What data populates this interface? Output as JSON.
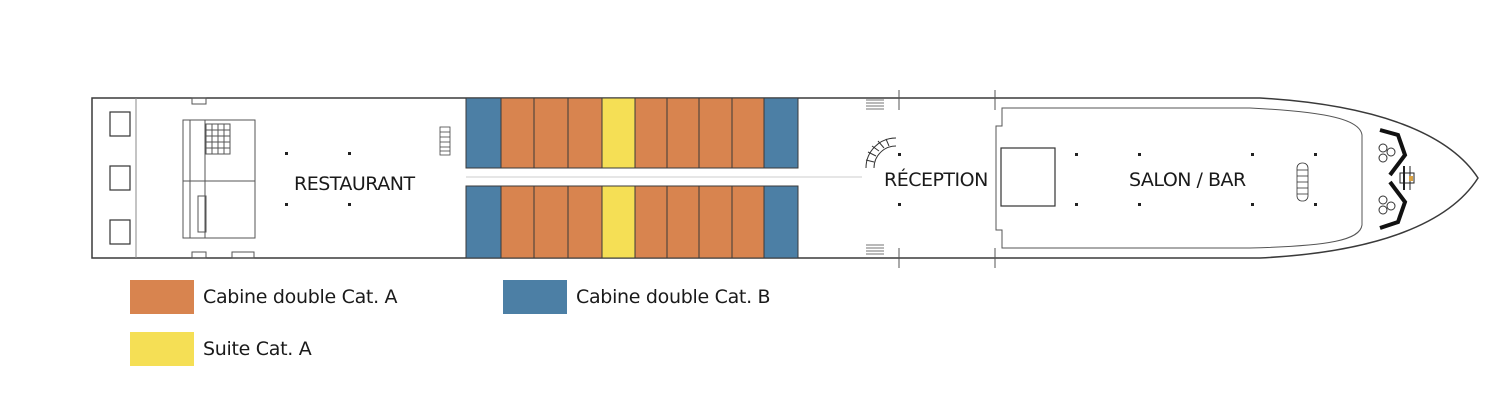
{
  "colors": {
    "cabin_a": "#d8844f",
    "cabin_b": "#4c7fa5",
    "suite_a": "#f5df55",
    "outline": "#3a3a3a"
  },
  "rooms": {
    "restaurant": "RESTAURANT",
    "reception": "RÉCEPTION",
    "salon_bar": "SALON / BAR"
  },
  "cabins": {
    "top_row": [
      "cabin_b",
      "cabin_a",
      "cabin_a",
      "cabin_a",
      "suite_a",
      "cabin_a",
      "cabin_a",
      "cabin_a",
      "cabin_a",
      "cabin_b"
    ],
    "bottom_row": [
      "cabin_b",
      "cabin_a",
      "cabin_a",
      "cabin_a",
      "suite_a",
      "cabin_a",
      "cabin_a",
      "cabin_a",
      "cabin_a",
      "cabin_b"
    ]
  },
  "legend": {
    "cabin_a": "Cabine double Cat. A",
    "cabin_b": "Cabine double Cat. B",
    "suite_a": "Suite Cat. A"
  }
}
